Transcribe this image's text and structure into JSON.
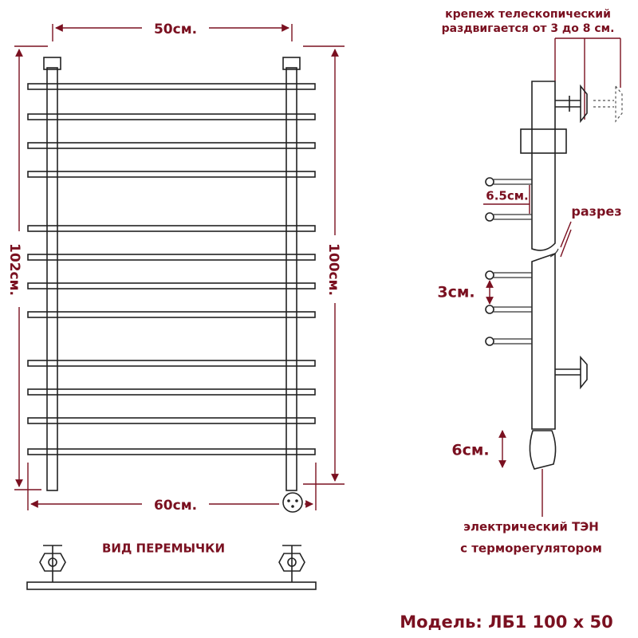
{
  "labels": {
    "width_top": "50см.",
    "width_bottom": "60см.",
    "height_left": "102см.",
    "height_right": "100см.",
    "view_caption": "ВИД ПЕРЕМЫЧКИ",
    "mount_line1": "крепеж телескопический",
    "mount_line2": "раздвигается от 3 до 8 см.",
    "spacing_a": "6.5см.",
    "section": "разрез",
    "spacing_b": "3см.",
    "heater_h": "6см.",
    "heater_line1": "электрический  ТЭН",
    "heater_line2": "с терморегулятором",
    "model": "Модель: ЛБ1 100 x 50"
  },
  "colors": {
    "label": "#7a1020",
    "line": "#222222"
  }
}
